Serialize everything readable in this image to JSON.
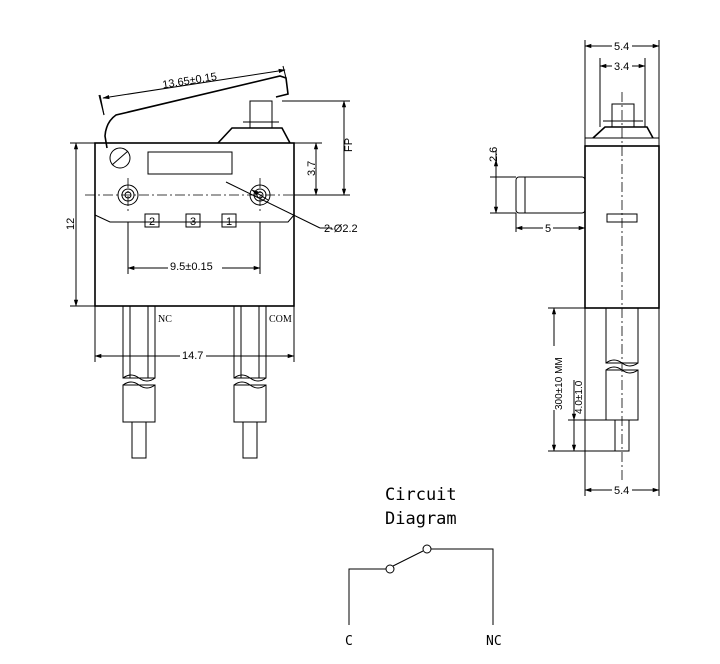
{
  "front_view": {
    "lever_length": "13.65±0.15",
    "height": "12",
    "fp_label": "FP",
    "pin_offset": "3.7",
    "hole_callout": "2-Ø2.2",
    "hole_pitch": "9.5±0.15",
    "body_width": "14.7",
    "terminal_1": "2",
    "terminal_2": "3",
    "terminal_3": "1",
    "lead_left": "NC",
    "lead_right": "COM"
  },
  "side_view": {
    "top_width": "5.4",
    "plunger_width": "3.4",
    "lever_height": "2.6",
    "lever_depth": "5",
    "cable_length": "300±10 MM",
    "strip_length": "4.0±1.0",
    "bottom_width": "5.4"
  },
  "circuit": {
    "title_line1": "Circuit",
    "title_line2": "Diagram",
    "left_label": "C",
    "right_label": "NC"
  }
}
